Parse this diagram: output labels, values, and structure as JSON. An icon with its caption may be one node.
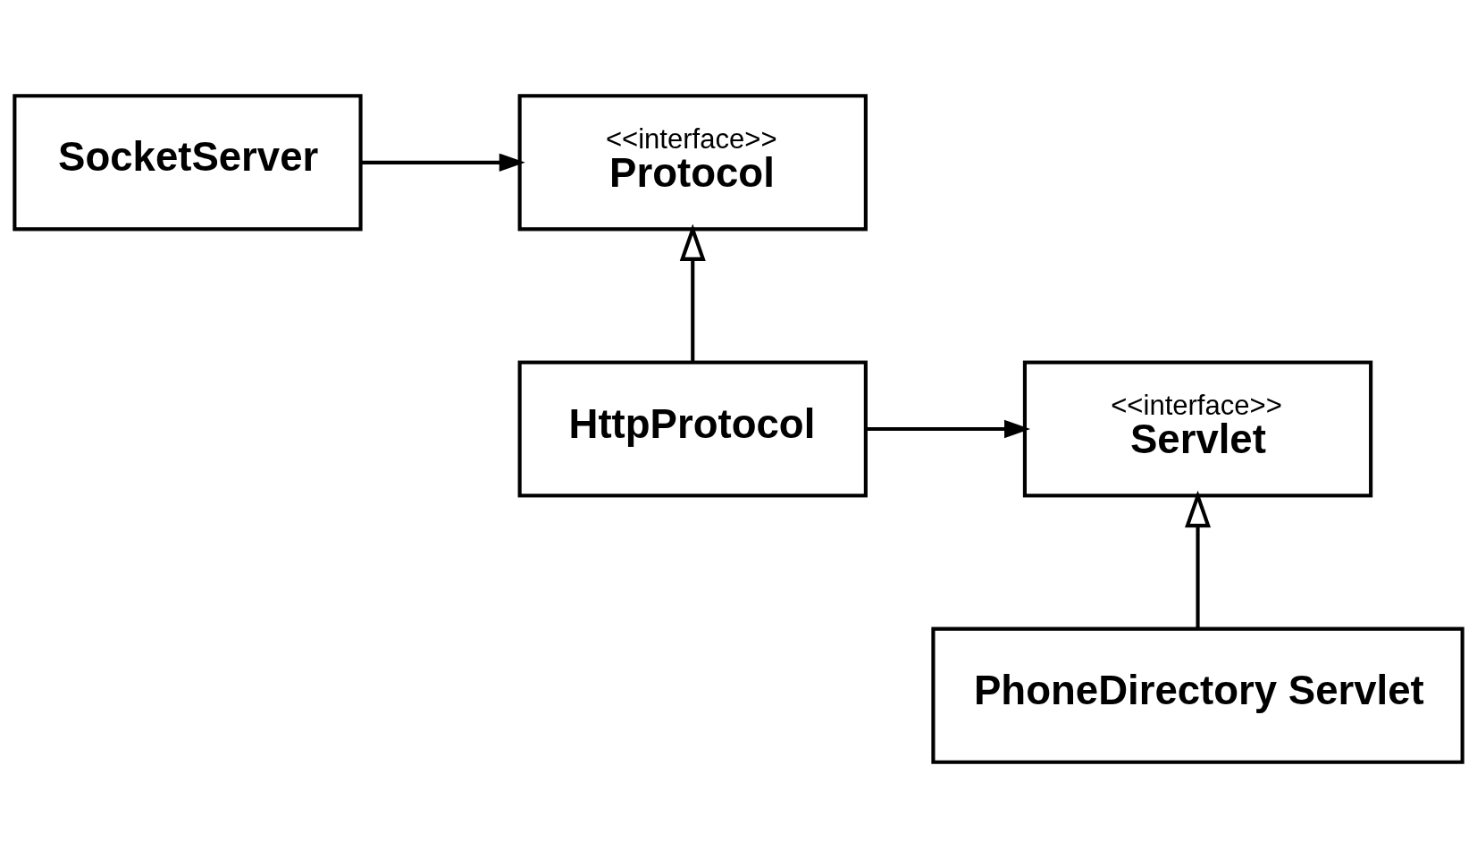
{
  "diagram": {
    "nodes": [
      {
        "text": [
          "SocketServer"
        ]
      },
      {
        "text": [
          "<<interface>>",
          "Protocol"
        ]
      },
      {
        "text": [
          "HttpProtocol"
        ]
      },
      {
        "text": [
          "<<interface>>",
          "Servlet"
        ]
      },
      {
        "text": [
          "PhoneDirectory Servlet"
        ]
      }
    ],
    "edges": [
      {
        "from": 0,
        "to": 1,
        "arrow": "to"
      },
      {
        "from": 2,
        "to": 1,
        "arrow": "to"
      },
      {
        "from": 2,
        "to": 3,
        "arrow": "to"
      },
      {
        "from": 4,
        "to": 3,
        "arrow": "to"
      }
    ]
  }
}
